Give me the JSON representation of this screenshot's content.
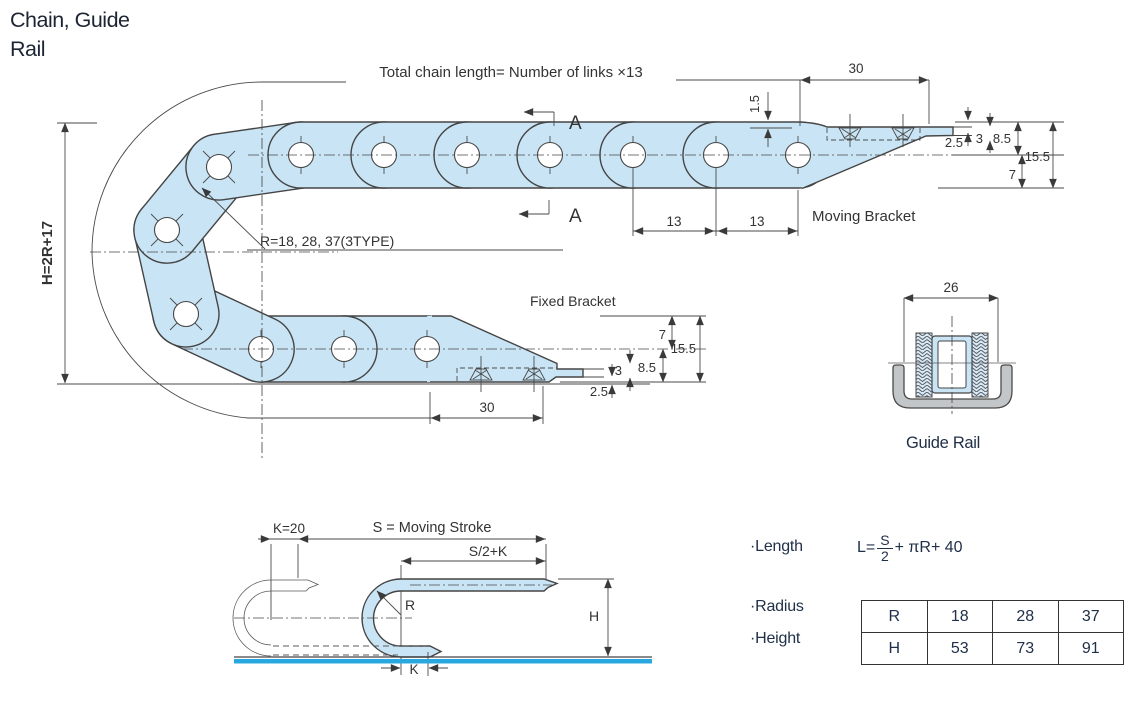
{
  "title": {
    "line1": "Chain, Guide",
    "line2": "Rail"
  },
  "main": {
    "total_label": "Total chain length= Number of links ×13",
    "section_a_top": "A",
    "section_a_bottom": "A",
    "moving_bracket": "Moving Bracket",
    "fixed_bracket": "Fixed Bracket",
    "radius_note": "R=18, 28, 37(3TYPE)",
    "height_eq": "H=2R+17",
    "dims": {
      "top30": "30",
      "d1_5": "1.5",
      "d13a": "13",
      "d13b": "13",
      "mb2_5": "2.5",
      "mb3": "3",
      "mb8_5": "8.5",
      "mb15_5": "15.5",
      "mb7": "7",
      "fb7": "7",
      "fb15_5": "15.5",
      "fb8_5": "8.5",
      "fb3": "3",
      "fb2_5": "2.5",
      "fb30": "30"
    }
  },
  "guide_rail": {
    "dim26": "26",
    "label": "Guide Rail"
  },
  "stroke_diagram": {
    "k20": "K=20",
    "s": "S = Moving Stroke",
    "s2k": "S/2+K",
    "r": "R",
    "h": "H",
    "k": "K"
  },
  "specs": {
    "length_label": "·Length",
    "formula": {
      "lhs": "L=",
      "num": "S",
      "den": "2",
      "tail": "+ πR+ 40"
    },
    "radius_label": "·Radius",
    "height_label": "·Height",
    "table": {
      "rows": [
        [
          "R",
          "18",
          "28",
          "37"
        ],
        [
          "H",
          "53",
          "73",
          "91"
        ]
      ]
    }
  },
  "colors": {
    "chain_fill": "#c9e5f5",
    "line": "#4a4a4a",
    "navy": "#203049",
    "rail_cyan": "#29a8df",
    "channel_gray": "#c3c6c8"
  }
}
